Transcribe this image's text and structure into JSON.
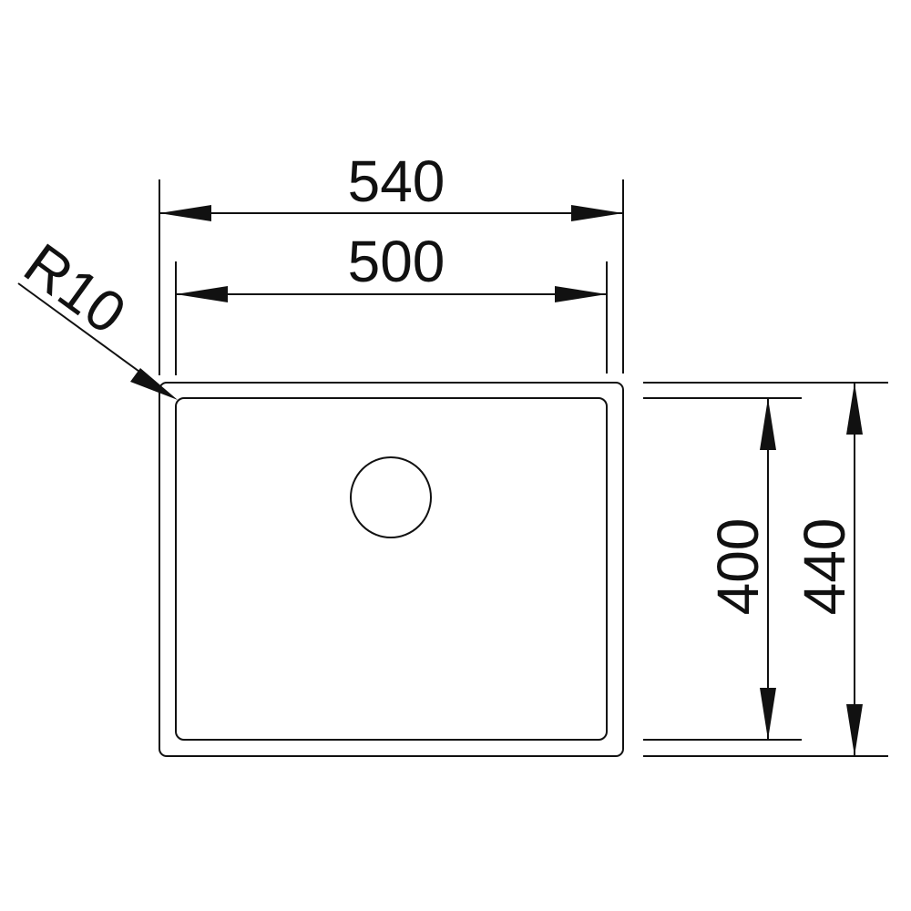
{
  "drawing": {
    "title": "Sink dimension drawing",
    "dimensions": {
      "outer_width": "540",
      "inner_width": "500",
      "inner_depth": "400",
      "outer_depth": "440",
      "corner_radius": "R10"
    },
    "line_color": "#111111",
    "background_color": "#ffffff"
  }
}
